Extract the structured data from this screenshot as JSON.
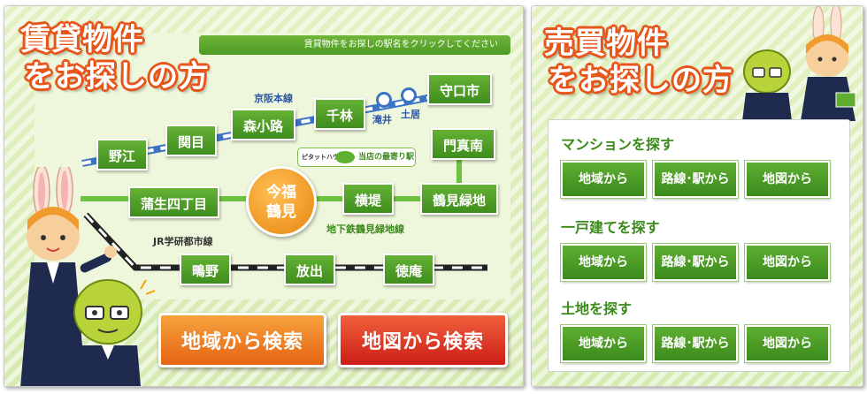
{
  "rent": {
    "title_line1": "賃貸物件",
    "title_line2": "をお探しの方",
    "instruction": "賃貸物件をお探しの駅名をクリックしてください",
    "lines": {
      "keihan": "京阪本線",
      "subway": "地下鉄鶴見緑地線",
      "jr": "JR学研都市線"
    },
    "stations": {
      "noe": "野江",
      "sekime": "関目",
      "morishoji": "森小路",
      "senbayashi": "千林",
      "takii": "滝井",
      "doi": "土居",
      "moriguchishi": "守口市",
      "kadomaminami": "門真南",
      "gamo": "蒲生四丁目",
      "yokozutsumi": "横堤",
      "tsurumiryokuchi": "鶴見緑地",
      "shigino": "鴫野",
      "hanaten": "放出",
      "tokuan": "徳庵"
    },
    "hub": {
      "line1": "今福",
      "line2": "鶴見"
    },
    "bubble": {
      "logo": "ピタットハウス",
      "text": "当店の最寄り駅"
    },
    "buttons": {
      "area": "地域から検索",
      "map": "地図から検索"
    }
  },
  "sale": {
    "title_line1": "売買物件",
    "title_line2": "をお探しの方",
    "sections": [
      {
        "title": "マンションを探す",
        "buttons": [
          "地域から",
          "路線･駅から",
          "地図から"
        ]
      },
      {
        "title": "一戸建てを探す",
        "buttons": [
          "地域から",
          "路線･駅から",
          "地図から"
        ]
      },
      {
        "title": "土地を探す",
        "buttons": [
          "地域から",
          "路線･駅から",
          "地図から"
        ]
      }
    ]
  },
  "colors": {
    "accent_orange": "#e6561a",
    "station_green": "#4d9a22",
    "keihan_blue": "#3c74c4",
    "subway_green": "#6ec241",
    "jr_black": "#222222"
  }
}
